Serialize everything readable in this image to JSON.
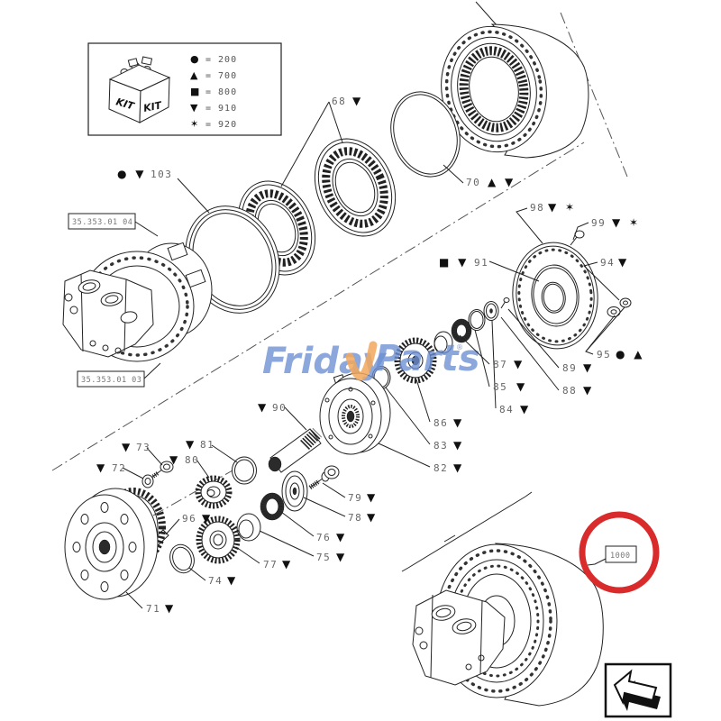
{
  "legend": {
    "kit_left": "KIT",
    "kit_right": "KIT",
    "rows": [
      {
        "sym": "●",
        "val": "= 200"
      },
      {
        "sym": "▲",
        "val": "= 700"
      },
      {
        "sym": "■",
        "val": "= 800"
      },
      {
        "sym": "▼",
        "val": "= 910"
      },
      {
        "sym": "✶",
        "val": "= 920"
      }
    ]
  },
  "ref_boxes": {
    "upper": "35.353.01 04",
    "lower": "35.353.01 03"
  },
  "highlight": {
    "tag": "1000",
    "circle_color": "#d92b2b"
  },
  "watermark": {
    "first": "Friday",
    "second": "Parts",
    "registered": "®",
    "blue": "#6d8fd3",
    "orange": "#f2a85c"
  },
  "labels": {
    "68": {
      "num": "68",
      "marks": "▼"
    },
    "103": {
      "num": "103",
      "marks": "● ▼"
    },
    "70": {
      "num": "70",
      "marks": "▲ ▼"
    },
    "98": {
      "num": "98",
      "marks": "▼ ✶"
    },
    "99": {
      "num": "99",
      "marks": "▼ ✶"
    },
    "91": {
      "num": "91",
      "marks": "■ ▼"
    },
    "94": {
      "num": "94",
      "marks": "▼"
    },
    "95": {
      "num": "95",
      "marks": "● ▲"
    },
    "89": {
      "num": "89",
      "marks": "▼"
    },
    "88": {
      "num": "88",
      "marks": "▼"
    },
    "87": {
      "num": "87",
      "marks": "▼"
    },
    "85": {
      "num": "85",
      "marks": "▼"
    },
    "84": {
      "num": "84",
      "marks": "▼"
    },
    "86": {
      "num": "86",
      "marks": "▼"
    },
    "83": {
      "num": "83",
      "marks": "▼"
    },
    "82": {
      "num": "82",
      "marks": "▼"
    },
    "90": {
      "num": "90",
      "marks": "▼"
    },
    "79": {
      "num": "79",
      "marks": "▼"
    },
    "78": {
      "num": "78",
      "marks": "▼"
    },
    "76": {
      "num": "76",
      "marks": "▼"
    },
    "75": {
      "num": "75",
      "marks": "▼"
    },
    "77": {
      "num": "77",
      "marks": "▼"
    },
    "74": {
      "num": "74",
      "marks": "▼"
    },
    "96": {
      "num": "96",
      "marks": "▼"
    },
    "71": {
      "num": "71",
      "marks": "▼"
    },
    "73": {
      "num": "73",
      "marks": "▼"
    },
    "72": {
      "num": "72",
      "marks": "▼"
    },
    "81": {
      "num": "81",
      "marks": "▼"
    },
    "80": {
      "num": "80",
      "marks": "▼"
    }
  }
}
